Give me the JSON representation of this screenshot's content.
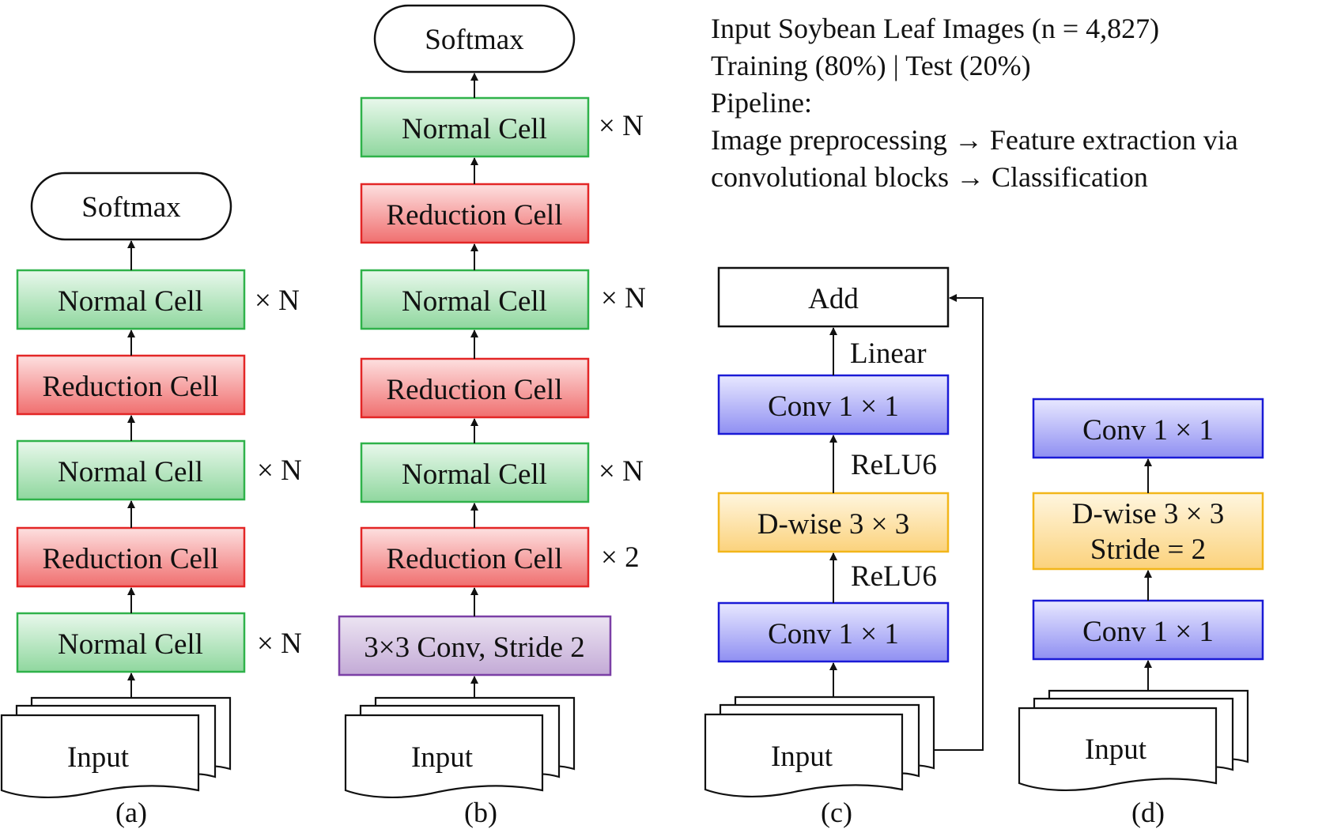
{
  "header": {
    "lines": [
      "Input Soybean Leaf Images (n = 4,827)",
      "Training (80%) | Test (20%)",
      "Pipeline:",
      "Image preprocessing → Feature extraction via",
      "convolutional blocks → Classification"
    ]
  },
  "colors": {
    "green_fill_top": "#e9f8ec",
    "green_fill_bottom": "#8fd79e",
    "green_stroke": "#2fb24a",
    "red_fill_top": "#fde0e0",
    "red_fill_bottom": "#f06f6f",
    "red_stroke": "#e32626",
    "purple_fill_top": "#ece4f2",
    "purple_fill_bottom": "#c3aad6",
    "purple_stroke": "#7b3fa6",
    "blue_fill_top": "#e8e8ff",
    "blue_fill_bottom": "#8f8ff2",
    "blue_stroke": "#1a1ad6",
    "yellow_fill_top": "#fff6df",
    "yellow_fill_bottom": "#fbd27c",
    "yellow_stroke": "#f2b61a"
  },
  "panel_a": {
    "caption": "(a)",
    "softmax": "Softmax",
    "input": "Input",
    "blocks": [
      {
        "label": "Normal Cell",
        "color": "green",
        "mult": "× N"
      },
      {
        "label": "Reduction Cell",
        "color": "red",
        "mult": ""
      },
      {
        "label": "Normal Cell",
        "color": "green",
        "mult": "× N"
      },
      {
        "label": "Reduction Cell",
        "color": "red",
        "mult": ""
      },
      {
        "label": "Normal Cell",
        "color": "green",
        "mult": "× N"
      }
    ]
  },
  "panel_b": {
    "caption": "(b)",
    "softmax": "Softmax",
    "input": "Input",
    "blocks": [
      {
        "label": "Normal Cell",
        "color": "green",
        "mult": "× N"
      },
      {
        "label": "Reduction Cell",
        "color": "red",
        "mult": ""
      },
      {
        "label": "Normal Cell",
        "color": "green",
        "mult": "× N"
      },
      {
        "label": "Reduction Cell",
        "color": "red",
        "mult": ""
      },
      {
        "label": "Normal Cell",
        "color": "green",
        "mult": "× N"
      },
      {
        "label": "Reduction Cell",
        "color": "red",
        "mult": "× 2"
      },
      {
        "label": "3×3 Conv, Stride 2",
        "color": "purple",
        "mult": ""
      }
    ]
  },
  "panel_c": {
    "caption": "(c)",
    "input": "Input",
    "add": "Add",
    "blocks": [
      {
        "label": "Conv 1 × 1",
        "color": "blue"
      },
      {
        "label": "D-wise 3 × 3",
        "color": "yellow"
      },
      {
        "label": "Conv 1 × 1",
        "color": "blue"
      }
    ],
    "edge_labels": [
      "Linear",
      "ReLU6",
      "ReLU6"
    ]
  },
  "panel_d": {
    "caption": "(d)",
    "input": "Input",
    "blocks": [
      {
        "label": "Conv 1 × 1",
        "color": "blue"
      },
      {
        "label_line1": "D-wise 3 × 3",
        "label_line2": "Stride = 2",
        "color": "yellow"
      },
      {
        "label": "Conv 1 × 1",
        "color": "blue"
      }
    ]
  }
}
